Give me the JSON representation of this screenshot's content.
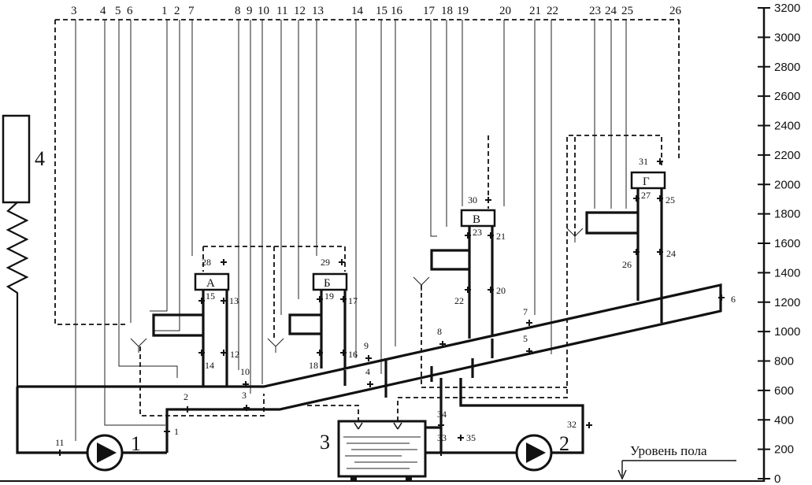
{
  "top_numbers": [
    "3",
    "4",
    "5",
    "6",
    "1",
    "2",
    "7",
    "8",
    "9",
    "10",
    "11",
    "12",
    "13",
    "14",
    "15",
    "16",
    "17",
    "18",
    "19",
    "20",
    "21",
    "22",
    "23",
    "24",
    "25",
    "26"
  ],
  "scale": [
    "3200",
    "3000",
    "2800",
    "2600",
    "2400",
    "2200",
    "2000",
    "1800",
    "1600",
    "1400",
    "1200",
    "1000",
    "800",
    "600",
    "400",
    "200",
    "0"
  ],
  "components": {
    "pump1": "1",
    "pump2": "2",
    "tank": "3",
    "heater": "4"
  },
  "boxes": {
    "a": "А",
    "b": "Б",
    "v": "В",
    "g": "Г"
  },
  "valves": [
    "1",
    "2",
    "3",
    "4",
    "5",
    "6",
    "7",
    "8",
    "9",
    "10",
    "11",
    "12",
    "13",
    "14",
    "15",
    "16",
    "17",
    "18",
    "19",
    "20",
    "21",
    "22",
    "23",
    "24",
    "25",
    "26",
    "27",
    "28",
    "29",
    "30",
    "31",
    "32",
    "33",
    "34",
    "35"
  ],
  "floor_label": "Уровень пола"
}
